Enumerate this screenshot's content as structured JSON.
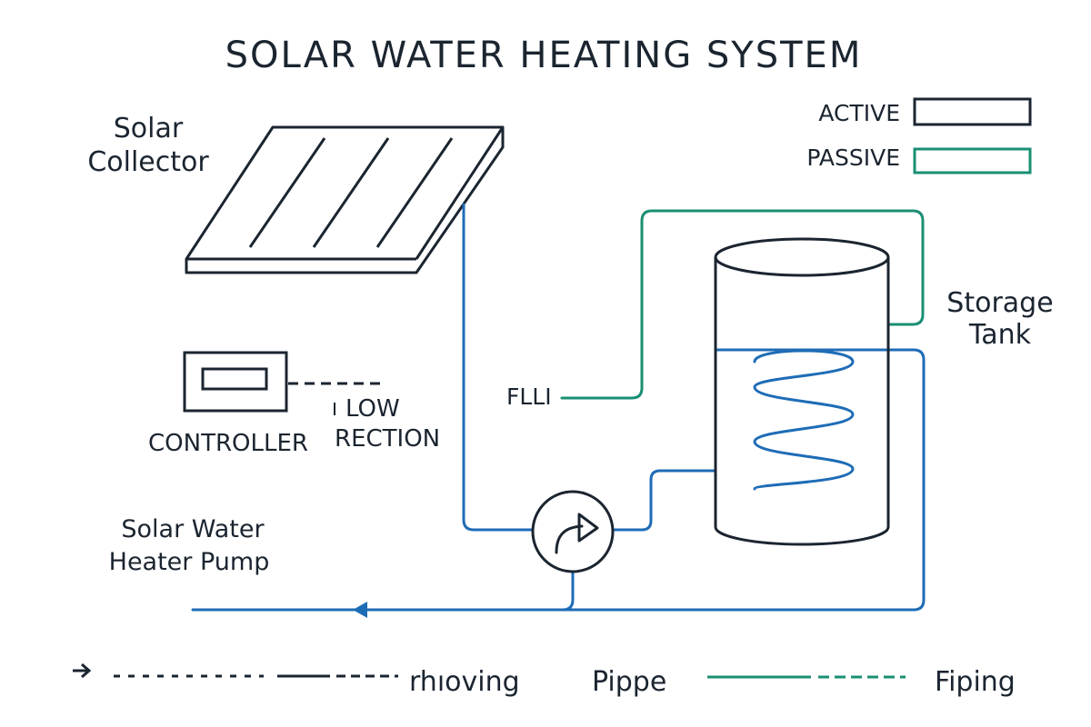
{
  "title": "SOLAR WATER HEATING SYSTEM",
  "legend": {
    "active_label": "ACTIVE",
    "passive_label": "PASSIVE"
  },
  "labels": {
    "solar_collector_line1": "Solar",
    "solar_collector_line2": "Collector",
    "storage_tank_line1": "Storage",
    "storage_tank_line2": "Tank",
    "controller": "CONTROLLER",
    "flow_direction_line1": "LOW",
    "flow_direction_line2": "RECTION",
    "flli": "FLLI",
    "pump_line1": "Solar Water",
    "pump_line2": "Heater Pump"
  },
  "footer": {
    "item1_text": "rhıoving",
    "item2_text": "Pippe",
    "item3_text": "Fiping"
  },
  "colors": {
    "active_line": "#1e6cb6",
    "passive_line": "#1a8f73",
    "outline": "#1b2530",
    "background": "#ffffff"
  }
}
